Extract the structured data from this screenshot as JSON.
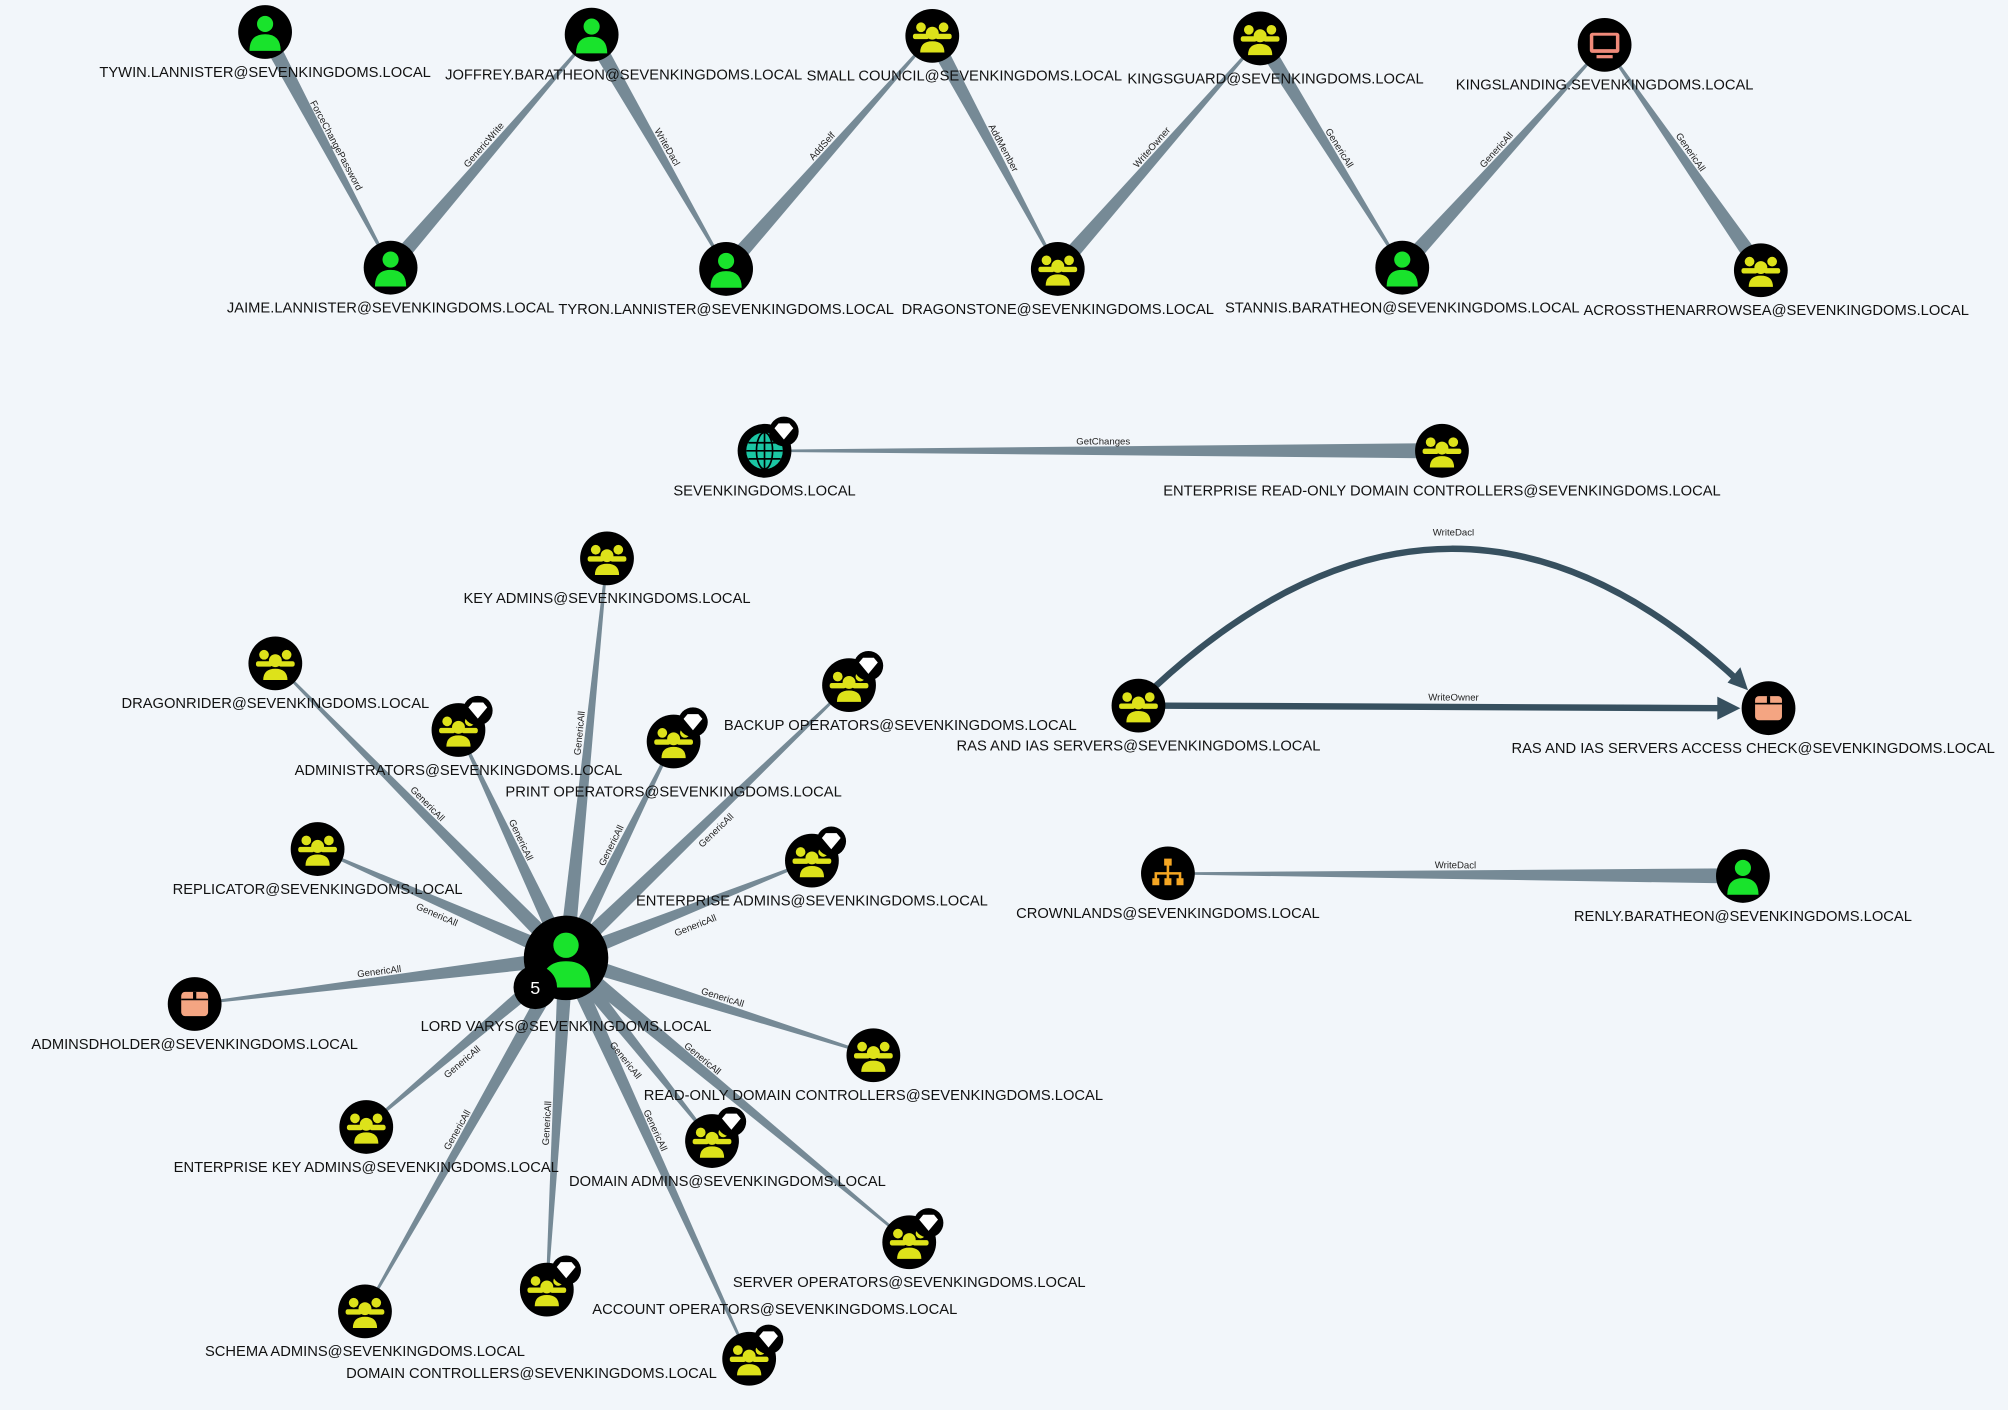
{
  "colors": {
    "background": "#f2f6fa",
    "edge": "#768a96",
    "edge_dark": "#37505f",
    "user": "#19e32c",
    "group": "#dde21a",
    "computer": "#f08a7a",
    "container": "#f4a582",
    "ou": "#f5a623",
    "domain": "#1bc6a4"
  },
  "graph": {
    "nodes": [
      {
        "id": "tywin",
        "label": "TYWIN.LANNISTER@SEVENKINGDOMS.LOCAL",
        "type": "user",
        "icon": "user-icon"
      },
      {
        "id": "joffrey",
        "label": "JOFFREY.BARATHEON@SEVENKINGDOMS.LOCAL",
        "type": "user",
        "icon": "user-icon"
      },
      {
        "id": "smallcouncil",
        "label": "SMALL COUNCIL@SEVENKINGDOMS.LOCAL",
        "type": "group",
        "icon": "group-icon"
      },
      {
        "id": "kingsguard",
        "label": "KINGSGUARD@SEVENKINGDOMS.LOCAL",
        "type": "group",
        "icon": "group-icon"
      },
      {
        "id": "kingslanding",
        "label": "KINGSLANDING.SEVENKINGDOMS.LOCAL",
        "type": "computer",
        "icon": "computer-icon"
      },
      {
        "id": "jaime",
        "label": "JAIME.LANNISTER@SEVENKINGDOMS.LOCAL",
        "type": "user",
        "icon": "user-icon"
      },
      {
        "id": "tyron",
        "label": "TYRON.LANNISTER@SEVENKINGDOMS.LOCAL",
        "type": "user",
        "icon": "user-icon"
      },
      {
        "id": "dragonstone",
        "label": "DRAGONSTONE@SEVENKINGDOMS.LOCAL",
        "type": "group",
        "icon": "group-icon"
      },
      {
        "id": "stannis",
        "label": "STANNIS.BARATHEON@SEVENKINGDOMS.LOCAL",
        "type": "user",
        "icon": "user-icon"
      },
      {
        "id": "across",
        "label": "ACROSSTHENARROWSEA@SEVENKINGDOMS.LOCAL",
        "type": "group",
        "icon": "group-icon"
      },
      {
        "id": "domain",
        "label": "SEVENKINGDOMS.LOCAL",
        "type": "domain",
        "icon": "globe-icon",
        "highvalue": true
      },
      {
        "id": "erodc",
        "label": "ENTERPRISE READ-ONLY DOMAIN CONTROLLERS@SEVENKINGDOMS.LOCAL",
        "type": "group",
        "icon": "group-icon"
      },
      {
        "id": "ras",
        "label": "RAS AND IAS SERVERS@SEVENKINGDOMS.LOCAL",
        "type": "group",
        "icon": "group-icon"
      },
      {
        "id": "rascheck",
        "label": "RAS AND IAS SERVERS ACCESS CHECK@SEVENKINGDOMS.LOCAL",
        "type": "container",
        "icon": "container-icon"
      },
      {
        "id": "crownlands",
        "label": "CROWNLANDS@SEVENKINGDOMS.LOCAL",
        "type": "ou",
        "icon": "org-unit-icon"
      },
      {
        "id": "renly",
        "label": "RENLY.BARATHEON@SEVENKINGDOMS.LOCAL",
        "type": "user",
        "icon": "user-icon"
      },
      {
        "id": "varys",
        "label": "LORD VARYS@SEVENKINGDOMS.LOCAL",
        "type": "user",
        "icon": "user-icon",
        "badge": "5"
      },
      {
        "id": "keyadmins",
        "label": "KEY ADMINS@SEVENKINGDOMS.LOCAL",
        "type": "group",
        "icon": "group-icon"
      },
      {
        "id": "dragonrider",
        "label": "DRAGONRIDER@SEVENKINGDOMS.LOCAL",
        "type": "group",
        "icon": "group-icon"
      },
      {
        "id": "administrators",
        "label": "ADMINISTRATORS@SEVENKINGDOMS.LOCAL",
        "type": "group",
        "icon": "group-icon",
        "highvalue": true
      },
      {
        "id": "backupops",
        "label": "BACKUP OPERATORS@SEVENKINGDOMS.LOCAL",
        "type": "group",
        "icon": "group-icon",
        "highvalue": true
      },
      {
        "id": "printops",
        "label": "PRINT OPERATORS@SEVENKINGDOMS.LOCAL",
        "type": "group",
        "icon": "group-icon",
        "highvalue": true
      },
      {
        "id": "replicator",
        "label": "REPLICATOR@SEVENKINGDOMS.LOCAL",
        "type": "group",
        "icon": "group-icon"
      },
      {
        "id": "entadmins",
        "label": "ENTERPRISE ADMINS@SEVENKINGDOMS.LOCAL",
        "type": "group",
        "icon": "group-icon",
        "highvalue": true
      },
      {
        "id": "adminsdholder",
        "label": "ADMINSDHOLDER@SEVENKINGDOMS.LOCAL",
        "type": "container",
        "icon": "container-icon"
      },
      {
        "id": "rodc",
        "label": "READ-ONLY DOMAIN CONTROLLERS@SEVENKINGDOMS.LOCAL",
        "type": "group",
        "icon": "group-icon"
      },
      {
        "id": "entkeyadmins",
        "label": "ENTERPRISE KEY ADMINS@SEVENKINGDOMS.LOCAL",
        "type": "group",
        "icon": "group-icon"
      },
      {
        "id": "domainadmins",
        "label": "DOMAIN ADMINS@SEVENKINGDOMS.LOCAL",
        "type": "group",
        "icon": "group-icon",
        "highvalue": true
      },
      {
        "id": "serverops",
        "label": "SERVER OPERATORS@SEVENKINGDOMS.LOCAL",
        "type": "group",
        "icon": "group-icon",
        "highvalue": true
      },
      {
        "id": "schemaadmins",
        "label": "SCHEMA ADMINS@SEVENKINGDOMS.LOCAL",
        "type": "group",
        "icon": "group-icon"
      },
      {
        "id": "dcs",
        "label": "DOMAIN CONTROLLERS@SEVENKINGDOMS.LOCAL",
        "type": "group",
        "icon": "group-icon",
        "highvalue": true
      },
      {
        "id": "accountops",
        "label": "ACCOUNT OPERATORS@SEVENKINGDOMS.LOCAL",
        "type": "group",
        "icon": "group-icon",
        "highvalue": true
      }
    ],
    "edges": [
      {
        "source": "tywin",
        "target": "jaime",
        "label": "ForceChangePassword"
      },
      {
        "source": "jaime",
        "target": "joffrey",
        "label": "GenericWrite"
      },
      {
        "source": "joffrey",
        "target": "tyron",
        "label": "WriteDacl"
      },
      {
        "source": "tyron",
        "target": "smallcouncil",
        "label": "AddSelf"
      },
      {
        "source": "smallcouncil",
        "target": "dragonstone",
        "label": "AddMember"
      },
      {
        "source": "dragonstone",
        "target": "kingsguard",
        "label": "WriteOwner"
      },
      {
        "source": "kingsguard",
        "target": "stannis",
        "label": "GenericAll"
      },
      {
        "source": "stannis",
        "target": "kingslanding",
        "label": "GenericAll"
      },
      {
        "source": "across",
        "target": "kingslanding",
        "label": "GenericAll"
      },
      {
        "source": "erodc",
        "target": "domain",
        "label": "GetChanges"
      },
      {
        "source": "ras",
        "target": "rascheck",
        "label": "WriteOwner",
        "style": "arrow"
      },
      {
        "source": "ras",
        "target": "rascheck",
        "label": "WriteDacl",
        "style": "curve"
      },
      {
        "source": "renly",
        "target": "crownlands",
        "label": "WriteDacl"
      },
      {
        "source": "varys",
        "target": "keyadmins",
        "label": "GenericAll"
      },
      {
        "source": "varys",
        "target": "dragonrider",
        "label": "GenericAll"
      },
      {
        "source": "varys",
        "target": "administrators",
        "label": "GenericAll"
      },
      {
        "source": "varys",
        "target": "backupops",
        "label": "GenericAll"
      },
      {
        "source": "varys",
        "target": "printops",
        "label": "GenericAll"
      },
      {
        "source": "varys",
        "target": "replicator",
        "label": "GenericAll"
      },
      {
        "source": "varys",
        "target": "entadmins",
        "label": "GenericAll"
      },
      {
        "source": "varys",
        "target": "adminsdholder",
        "label": "GenericAll"
      },
      {
        "source": "varys",
        "target": "rodc",
        "label": "GenericAll"
      },
      {
        "source": "varys",
        "target": "entkeyadmins",
        "label": "GenericAll"
      },
      {
        "source": "varys",
        "target": "domainadmins",
        "label": "GenericAll"
      },
      {
        "source": "varys",
        "target": "serverops",
        "label": "GenericAll"
      },
      {
        "source": "varys",
        "target": "schemaadmins",
        "label": "GenericAll"
      },
      {
        "source": "varys",
        "target": "dcs",
        "label": "GenericAll"
      },
      {
        "source": "varys",
        "target": "accountops",
        "label": "GenericAll"
      }
    ]
  }
}
